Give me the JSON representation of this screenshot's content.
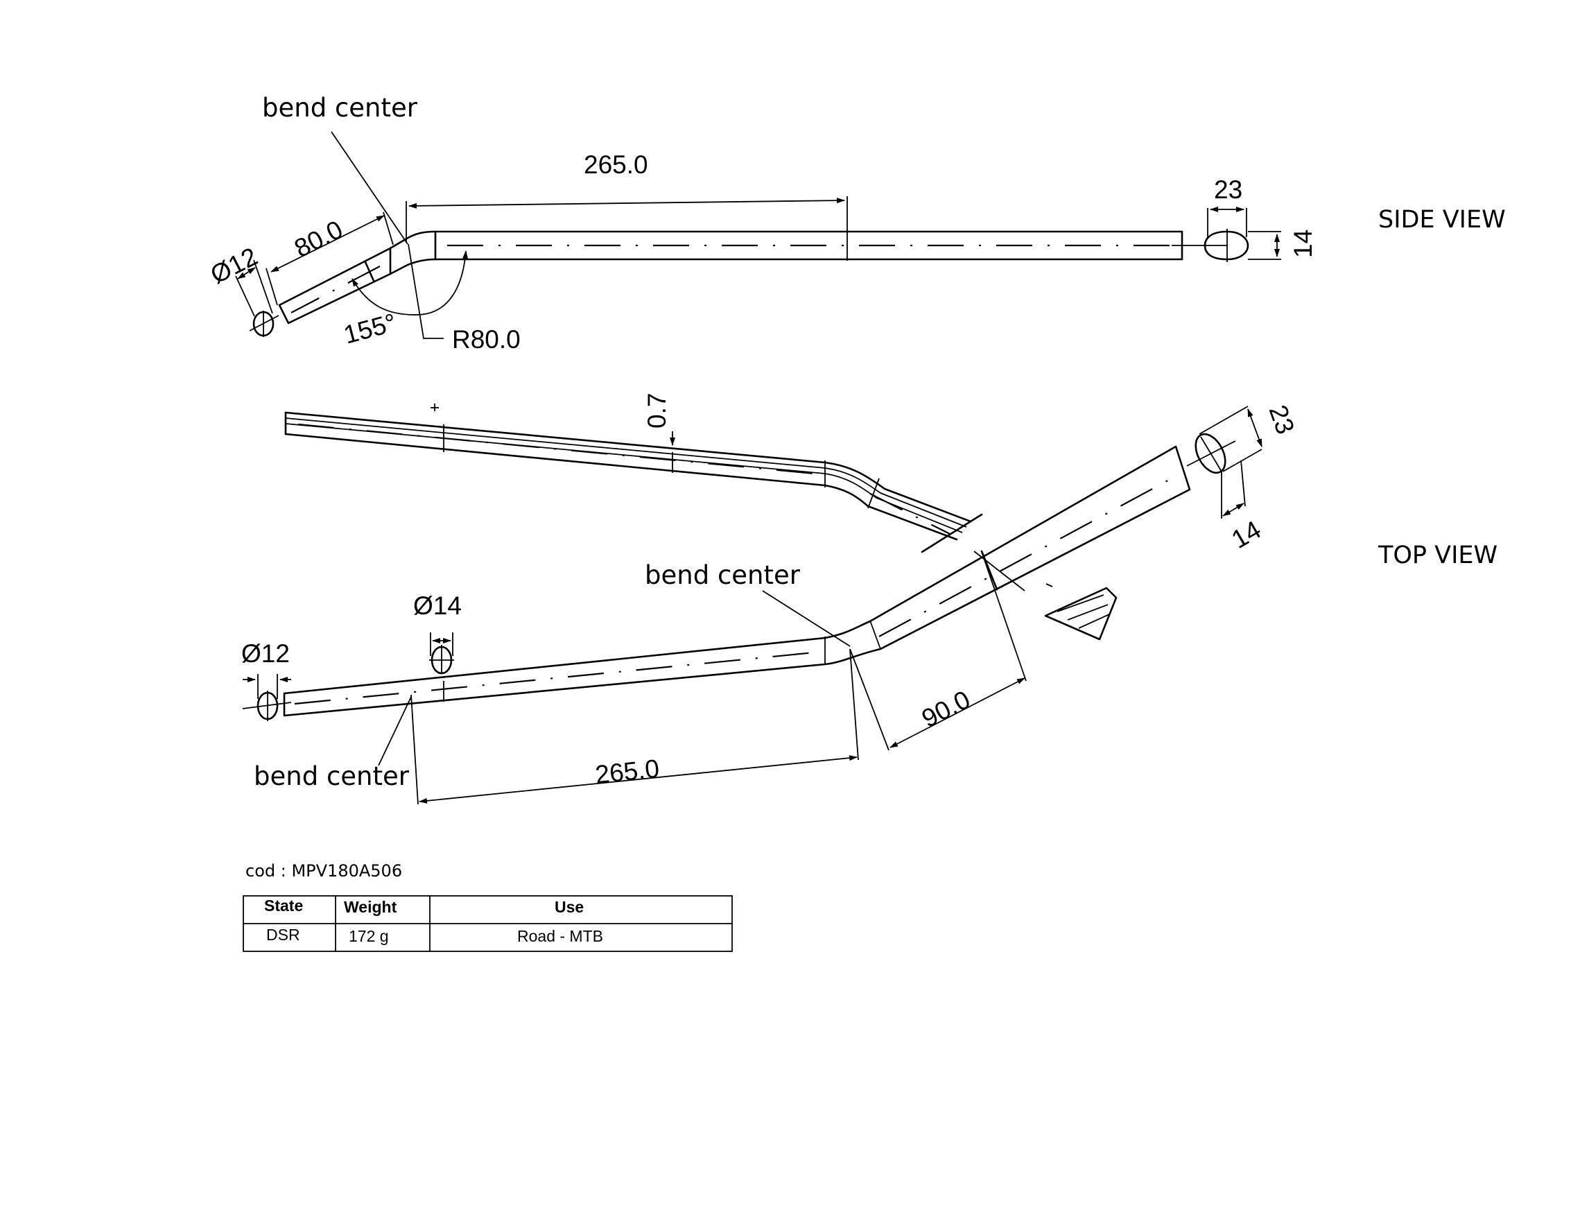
{
  "views": {
    "side": "SIDE VIEW",
    "top": "TOP VIEW"
  },
  "side_view": {
    "bend_center": "bend center",
    "length": "265.0",
    "end_width": "23",
    "end_height": "14",
    "bent_length": "80.0",
    "tip_diameter": "Ø12",
    "angle": "155°",
    "radius": "R80.0"
  },
  "top_view": {
    "thickness": "0.7",
    "end_width": "23",
    "end_height": "14",
    "bend_center_right": "bend center",
    "bend_center_left": "bend center",
    "clamp_diameter": "Ø14",
    "tip_diameter": "Ø12",
    "bent_length": "90.0",
    "length": "265.0"
  },
  "code": "cod : MPV180A506",
  "spec_table": {
    "headers": [
      "State",
      "Weight",
      "Use"
    ],
    "rows": [
      [
        "DSR",
        "172 g",
        "Road - MTB"
      ]
    ]
  }
}
